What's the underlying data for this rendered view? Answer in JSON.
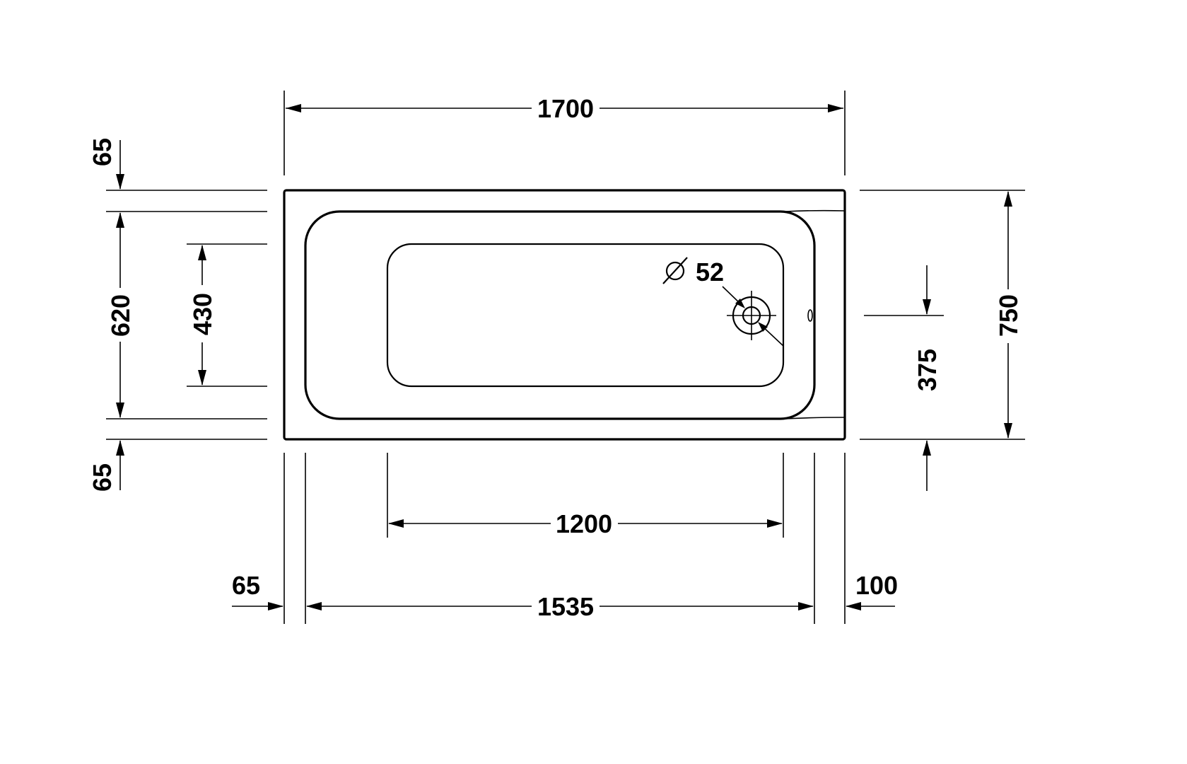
{
  "drawing": {
    "subject": "Rectangular bathtub plan view",
    "units": "mm",
    "dimensions": {
      "overall_length": "1700",
      "overall_width": "750",
      "inner_length": "1535",
      "bottom_length": "1200",
      "inner_width": "620",
      "bottom_width": "430",
      "rim_left": "65",
      "rim_right": "100",
      "rim_top": "65",
      "rim_bottom": "65",
      "drain_offset": "375",
      "drain_diameter": "52",
      "diameter_symbol": "Ø"
    }
  }
}
